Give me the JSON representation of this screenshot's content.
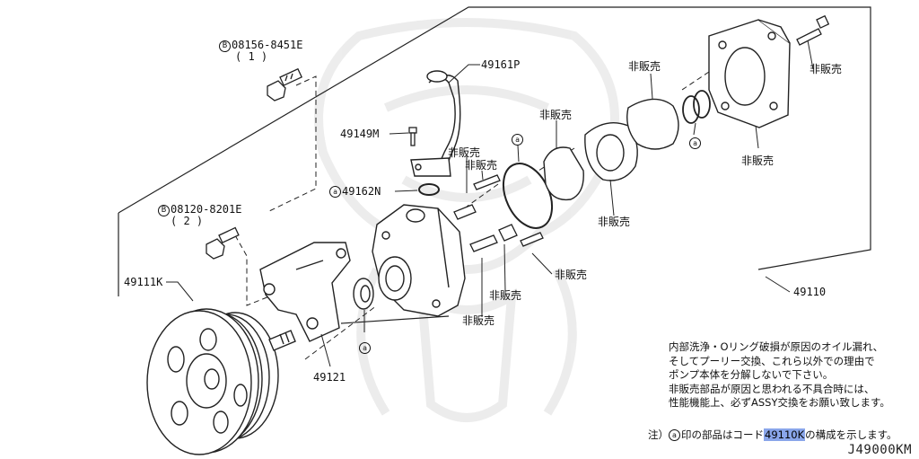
{
  "watermark": "samurai-crest",
  "parts": {
    "bolt_upper": {
      "ref": "B",
      "number": "08156-8451E",
      "qty": "( 1 )"
    },
    "bolt_lower": {
      "ref": "B",
      "number": "08120-8201E",
      "qty": "( 2 )"
    },
    "pipe": "49161P",
    "bolt_small": "49149M",
    "oring": {
      "ref": "a",
      "number": "49162N"
    },
    "pulley": "49111K",
    "bracket": "49121",
    "assy": "49110"
  },
  "not_for_sale": "非販売",
  "circle_a": "a",
  "note": {
    "line1": "内部洗浄・Oリング破損が原因のオイル漏れ、",
    "line2": "そしてプーリー交換、これら以外での理由で",
    "line3": "ポンプ本体を分解しないで下さい。",
    "line4": "非販売部品が原因と思われる不具合時には、",
    "line5": "性能機能上、必ずASSY交換をお願い致します。"
  },
  "footnote": {
    "prefix": "注）",
    "circle": "a",
    "before": "印の部品はコード",
    "code": "49110K",
    "after": "の構成を示します。"
  },
  "diagram_code": "J49000KM"
}
